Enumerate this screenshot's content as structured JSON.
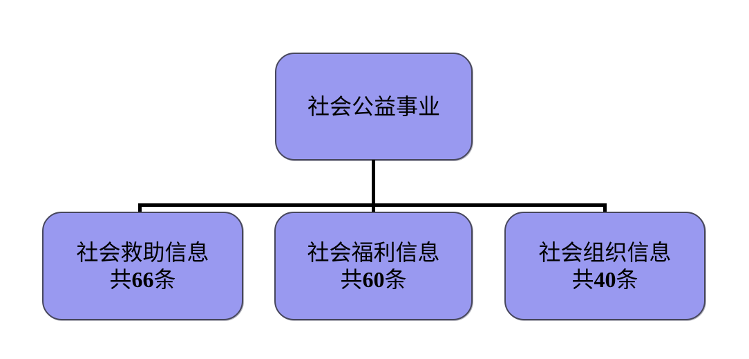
{
  "diagram": {
    "root": {
      "label": "社会公益事业"
    },
    "children": [
      {
        "title": "社会救助信息",
        "count_prefix": "共",
        "count": "66",
        "count_suffix": "条"
      },
      {
        "title": "社会福利信息",
        "count_prefix": "共",
        "count": "60",
        "count_suffix": "条"
      },
      {
        "title": "社会组织信息",
        "count_prefix": "共",
        "count": "40",
        "count_suffix": "条"
      }
    ]
  },
  "colors": {
    "background": "#FFFFFF",
    "node_fill": "#9999F0",
    "node_border": "#47475C",
    "connector": "#000000",
    "text": "#000000"
  }
}
